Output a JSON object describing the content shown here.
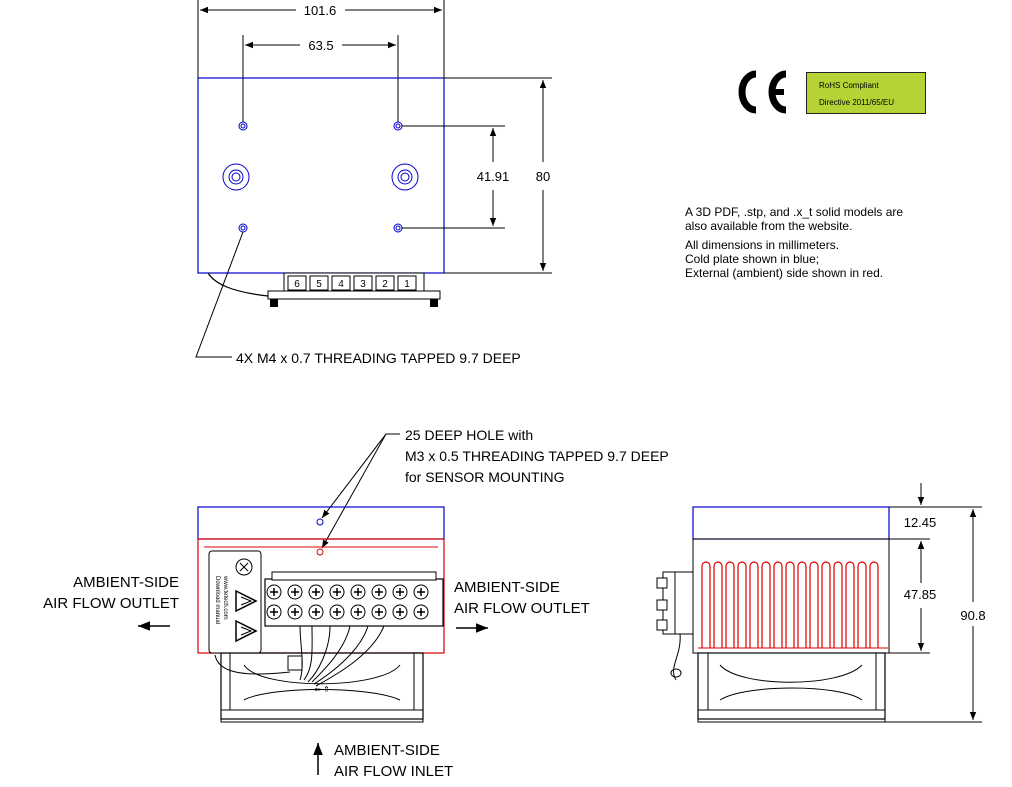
{
  "dimensions": {
    "top_width": "101.6",
    "hole_spacing_x": "63.5",
    "hole_spacing_y": "41.91",
    "height": "80",
    "cold_plate_thickness": "12.45",
    "heatsink_height": "47.85",
    "total_height": "90.8"
  },
  "callouts": {
    "m4_threading": "4X M4 x 0.7 THREADING TAPPED 9.7 DEEP",
    "sensor_hole_line1": "25 DEEP HOLE with",
    "sensor_hole_line2": "M3 x 0.5 THREADING TAPPED 9.7 DEEP",
    "sensor_hole_line3": "for SENSOR MOUNTING"
  },
  "airflow": {
    "left_line1": "AMBIENT-SIDE",
    "left_line2": "AIR FLOW OUTLET",
    "right_line1": "AMBIENT-SIDE",
    "right_line2": "AIR FLOW OUTLET",
    "bottom_line1": "AMBIENT-SIDE",
    "bottom_line2": "AIR FLOW INLET"
  },
  "terminals": [
    "6",
    "5",
    "4",
    "3",
    "2",
    "1"
  ],
  "warning_label": {
    "line1": "Download manual",
    "line2": "www.tetech.com"
  },
  "ce_mark": "CE",
  "rohs": {
    "line1": "RoHS Compliant",
    "line2": "Directive 2011/65/EU",
    "color": "#b5d334"
  },
  "notes": {
    "models_line1": "A 3D PDF, .stp, and .x_t solid models are",
    "models_line2": "also available from the website.",
    "units": "All dimensions in millimeters.",
    "cold_plate": "Cold plate shown in blue;",
    "external": "External (ambient) side shown in red."
  },
  "colors": {
    "cold_plate": "#0000cc",
    "ambient_side": "#dd0000",
    "line": "#000000"
  }
}
